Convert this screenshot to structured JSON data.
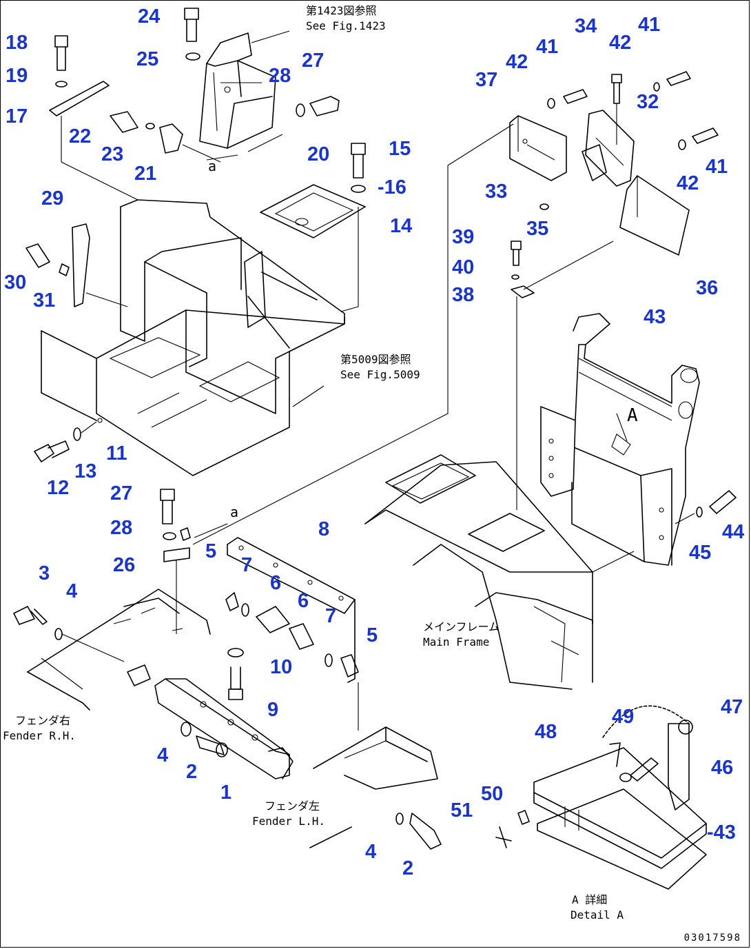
{
  "colors": {
    "callout": "#1a35c9",
    "line": "#000000",
    "background": "#ffffff"
  },
  "callouts": [
    {
      "id": "c24",
      "label": "24"
    },
    {
      "id": "c25",
      "label": "25"
    },
    {
      "id": "c18",
      "label": "18"
    },
    {
      "id": "c19",
      "label": "19"
    },
    {
      "id": "c17",
      "label": "17"
    },
    {
      "id": "c22",
      "label": "22"
    },
    {
      "id": "c23",
      "label": "23"
    },
    {
      "id": "c21",
      "label": "21"
    },
    {
      "id": "c28a",
      "label": "28"
    },
    {
      "id": "c27a",
      "label": "27"
    },
    {
      "id": "c20",
      "label": "20"
    },
    {
      "id": "c15",
      "label": "15"
    },
    {
      "id": "c16",
      "label": "-16"
    },
    {
      "id": "c14",
      "label": "14"
    },
    {
      "id": "c29",
      "label": "29"
    },
    {
      "id": "c30",
      "label": "30"
    },
    {
      "id": "c31",
      "label": "31"
    },
    {
      "id": "c11",
      "label": "11"
    },
    {
      "id": "c12",
      "label": "12"
    },
    {
      "id": "c13",
      "label": "13"
    },
    {
      "id": "c34",
      "label": "34"
    },
    {
      "id": "c41a",
      "label": "41"
    },
    {
      "id": "c42a",
      "label": "42"
    },
    {
      "id": "c41b",
      "label": "41"
    },
    {
      "id": "c42b",
      "label": "42"
    },
    {
      "id": "c37",
      "label": "37"
    },
    {
      "id": "c32",
      "label": "32"
    },
    {
      "id": "c41c",
      "label": "41"
    },
    {
      "id": "c42c",
      "label": "42"
    },
    {
      "id": "c33",
      "label": "33"
    },
    {
      "id": "c35",
      "label": "35"
    },
    {
      "id": "c39",
      "label": "39"
    },
    {
      "id": "c40",
      "label": "40"
    },
    {
      "id": "c38",
      "label": "38"
    },
    {
      "id": "c36",
      "label": "36"
    },
    {
      "id": "c43a",
      "label": "43"
    },
    {
      "id": "c27b",
      "label": "27"
    },
    {
      "id": "c28b",
      "label": "28"
    },
    {
      "id": "c26",
      "label": "26"
    },
    {
      "id": "c8",
      "label": "8"
    },
    {
      "id": "c5a",
      "label": "5"
    },
    {
      "id": "c7a",
      "label": "7"
    },
    {
      "id": "c6a",
      "label": "6"
    },
    {
      "id": "c6b",
      "label": "6"
    },
    {
      "id": "c7b",
      "label": "7"
    },
    {
      "id": "c5b",
      "label": "5"
    },
    {
      "id": "c3",
      "label": "3"
    },
    {
      "id": "c4a",
      "label": "4"
    },
    {
      "id": "c10",
      "label": "10"
    },
    {
      "id": "c9",
      "label": "9"
    },
    {
      "id": "c4b",
      "label": "4"
    },
    {
      "id": "c2a",
      "label": "2"
    },
    {
      "id": "c1",
      "label": "1"
    },
    {
      "id": "c44",
      "label": "44"
    },
    {
      "id": "c45",
      "label": "45"
    },
    {
      "id": "c47",
      "label": "47"
    },
    {
      "id": "c48",
      "label": "48"
    },
    {
      "id": "c49",
      "label": "49"
    },
    {
      "id": "c46",
      "label": "46"
    },
    {
      "id": "c50",
      "label": "50"
    },
    {
      "id": "c51",
      "label": "51"
    },
    {
      "id": "c43b",
      "label": "-43"
    },
    {
      "id": "c4c",
      "label": "4"
    },
    {
      "id": "c2b",
      "label": "2"
    }
  ],
  "notes": {
    "fig1423_jp": "第1423図参照",
    "fig1423_en": "See Fig.1423",
    "fig5009_jp": "第5009図参照",
    "fig5009_en": "See Fig.5009",
    "mainframe_jp": "メインフレーム",
    "mainframe_en": "Main Frame",
    "fender_rh_jp": "フェンダ右",
    "fender_rh_en": "Fender R.H.",
    "fender_lh_jp": "フェンダ左",
    "fender_lh_en": "Fender L.H.",
    "detail_jp": "A 詳細",
    "detail_en": "Detail A",
    "ref_a_top": "a",
    "ref_a_mid": "a",
    "view_a": "A"
  },
  "drawing_number": "03017598"
}
